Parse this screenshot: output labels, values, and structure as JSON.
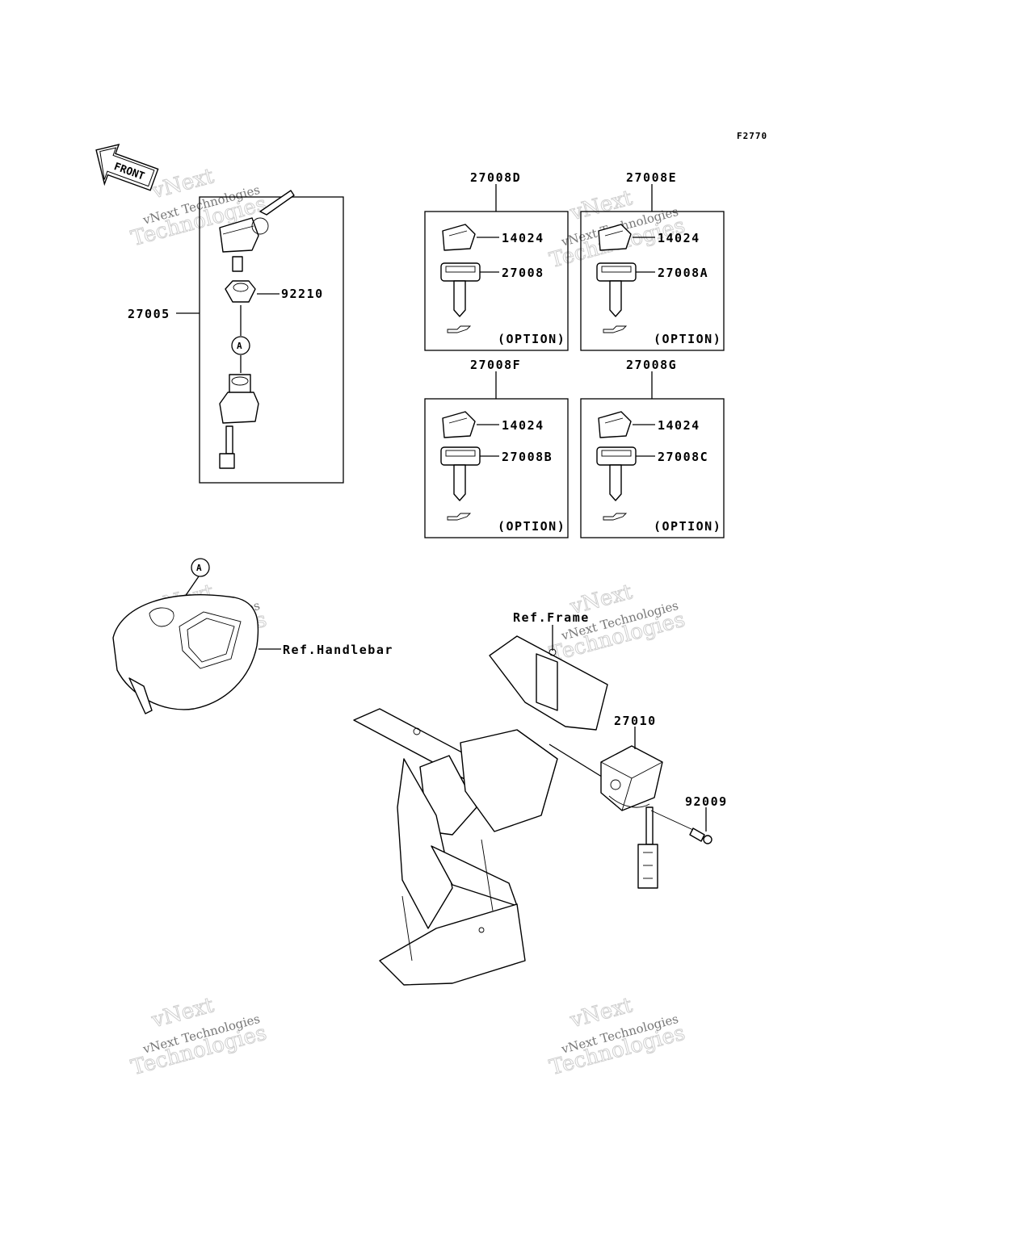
{
  "figure_id": "F2770",
  "front_label": "FRONT",
  "circle_marker": "A",
  "watermark": {
    "line1": "vNext",
    "line2": "vNext Technologies",
    "line3": "Technologies"
  },
  "kit_left": {
    "assy": "27005",
    "nut": "92210"
  },
  "kits": [
    {
      "number": "27008D",
      "cap": "14024",
      "key": "27008",
      "note": "(OPTION)"
    },
    {
      "number": "27008E",
      "cap": "14024",
      "key": "27008A",
      "note": "(OPTION)"
    },
    {
      "number": "27008F",
      "cap": "14024",
      "key": "27008B",
      "note": "(OPTION)"
    },
    {
      "number": "27008G",
      "cap": "14024",
      "key": "27008C",
      "note": "(OPTION)"
    }
  ],
  "refs": {
    "handlebar": "Ref.Handlebar",
    "frame": "Ref.Frame"
  },
  "parts": {
    "switch": "27010",
    "screw": "92009"
  }
}
